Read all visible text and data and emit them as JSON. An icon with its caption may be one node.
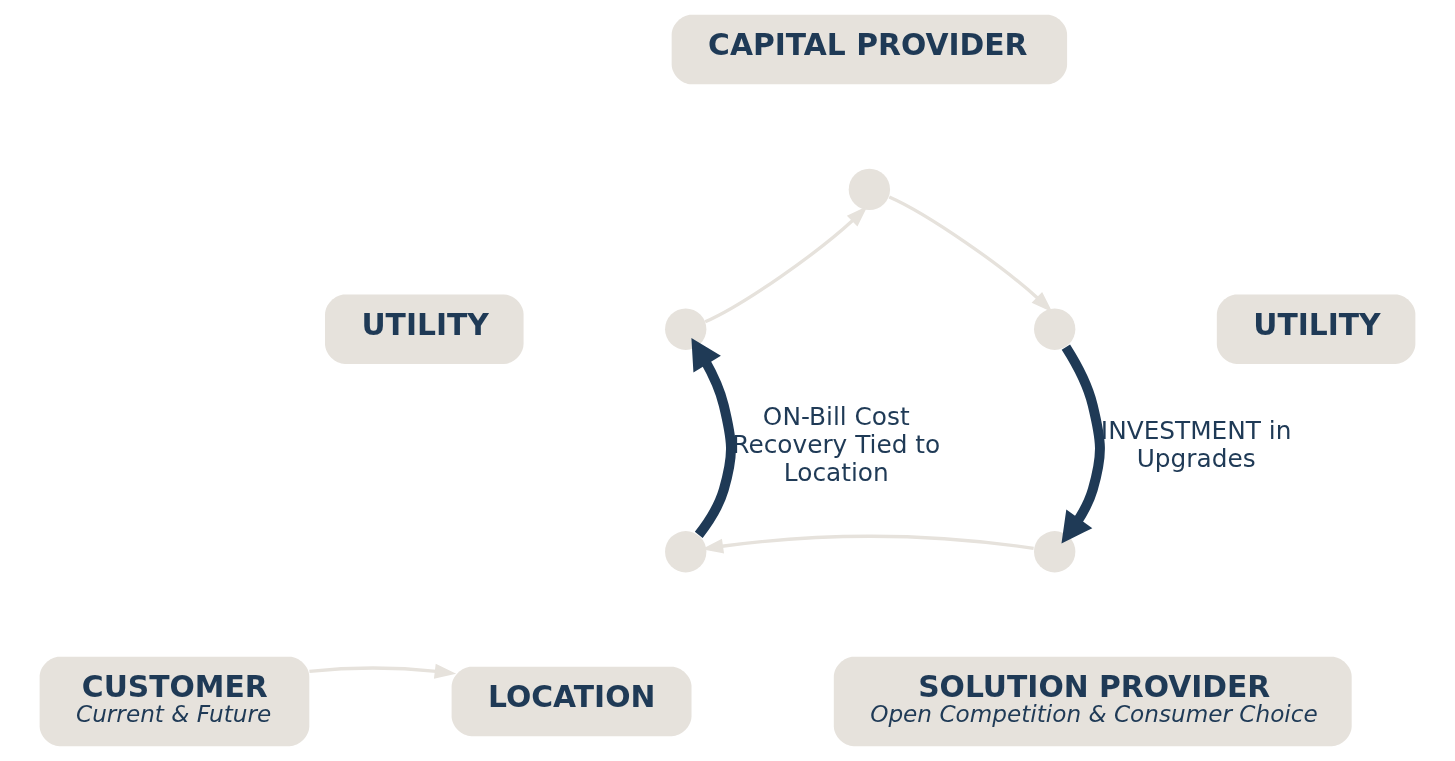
{
  "diagram": {
    "nodes": [
      {
        "text": [
          "CAPITAL PROVIDER"
        ]
      },
      {
        "text": [],
        "shape": "circle"
      },
      {
        "text": [
          "UTILITY"
        ]
      },
      {
        "text": [],
        "shape": "circle"
      },
      {
        "text": [],
        "shape": "circle"
      },
      {
        "text": [
          "UTILITY"
        ]
      },
      {
        "text": [],
        "shape": "circle"
      },
      {
        "text": [],
        "shape": "circle"
      },
      {
        "text": [
          "CUSTOMER",
          "Current & Future"
        ]
      },
      {
        "text": [
          "LOCATION"
        ]
      },
      {
        "text": [
          "SOLUTION PROVIDER",
          "Open Competition & Consumer Choice"
        ]
      }
    ],
    "edges": [
      {
        "from": 3,
        "to": 1,
        "arrow": "to"
      },
      {
        "from": 1,
        "to": 4,
        "arrow": "to"
      },
      {
        "from": 4,
        "to": 7,
        "arrow": "to",
        "label": "INVESTMENT in Upgrades",
        "style": "thick",
        "color": "#1f3a56"
      },
      {
        "from": 7,
        "to": 6,
        "arrow": "to"
      },
      {
        "from": 6,
        "to": 3,
        "arrow": "to",
        "label": "ON-Bill Cost Recovery Tied to Location",
        "style": "thick",
        "color": "#1f3a56"
      },
      {
        "from": 8,
        "to": 9,
        "arrow": "to"
      }
    ]
  }
}
